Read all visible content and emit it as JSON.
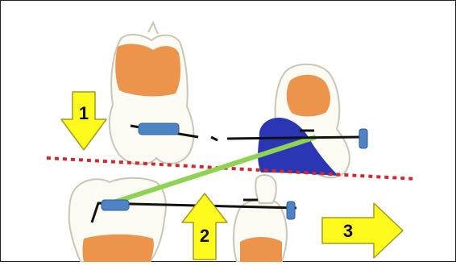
{
  "arrows": {
    "intrusion": {
      "label": "1"
    },
    "extrusion": {
      "label": "2"
    },
    "distalization": {
      "label": "3"
    }
  },
  "colors": {
    "enamel": "#fbfbf3",
    "tooth_outline": "#c9c6b8",
    "dentin": "#ec944c",
    "bracket": "#4f84c4",
    "bracket_dark": "#2f5c9a",
    "wire": "#111111",
    "elastic": "#8fd354",
    "occlusal_plane": "#d4282a",
    "rotation_marker": "#2a36b4",
    "arrow_fill": "#fffa1e",
    "arrow_stroke": "#a39a1e"
  }
}
